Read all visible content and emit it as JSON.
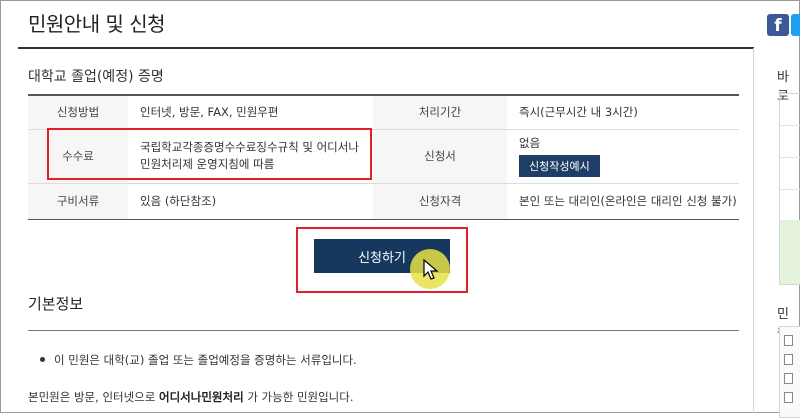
{
  "page": {
    "title": "민원안내 및 신청"
  },
  "section": {
    "title": "대학교 졸업(예정) 증명"
  },
  "info_table": {
    "rows": [
      {
        "label1": "신청방법",
        "value1": "인터넷, 방문, FAX, 민원우편",
        "label2": "처리기간",
        "value2": "즉시(근무시간 내 3시간)"
      },
      {
        "label1": "수수료",
        "value1": "국립학교각종증명수수료징수규칙 및 어디서나 민원처리제 운영지침에 따름",
        "label2": "신청서",
        "value2": "없음",
        "button": "신청작성예시"
      },
      {
        "label1": "구비서류",
        "value1": "있음 (하단참조)",
        "label2": "신청자격",
        "value2": "본인 또는 대리인(온라인은 대리인 신청 불가)"
      }
    ]
  },
  "apply_button": {
    "label": "신청하기"
  },
  "basic_info": {
    "title": "기본정보",
    "bullet": "이 민원은 대학(교) 졸업 또는 졸업예정을 증명하는 서류입니다.",
    "desc_prefix": "본민원은 방문, 인터넷으로",
    "desc_bold": "어디서나민원처리",
    "desc_suffix": "가 가능한 민원입니다."
  },
  "sidebar": {
    "title1": "바로",
    "title2": "민원"
  },
  "colors": {
    "navy": "#16375e",
    "highlight_red": "#e0202a",
    "facebook": "#3b5998",
    "twitter": "#1da1f2"
  },
  "icons": {
    "facebook": "facebook-icon",
    "twitter": "twitter-icon",
    "cursor": "mouse-cursor-icon",
    "document": "document-icon"
  }
}
